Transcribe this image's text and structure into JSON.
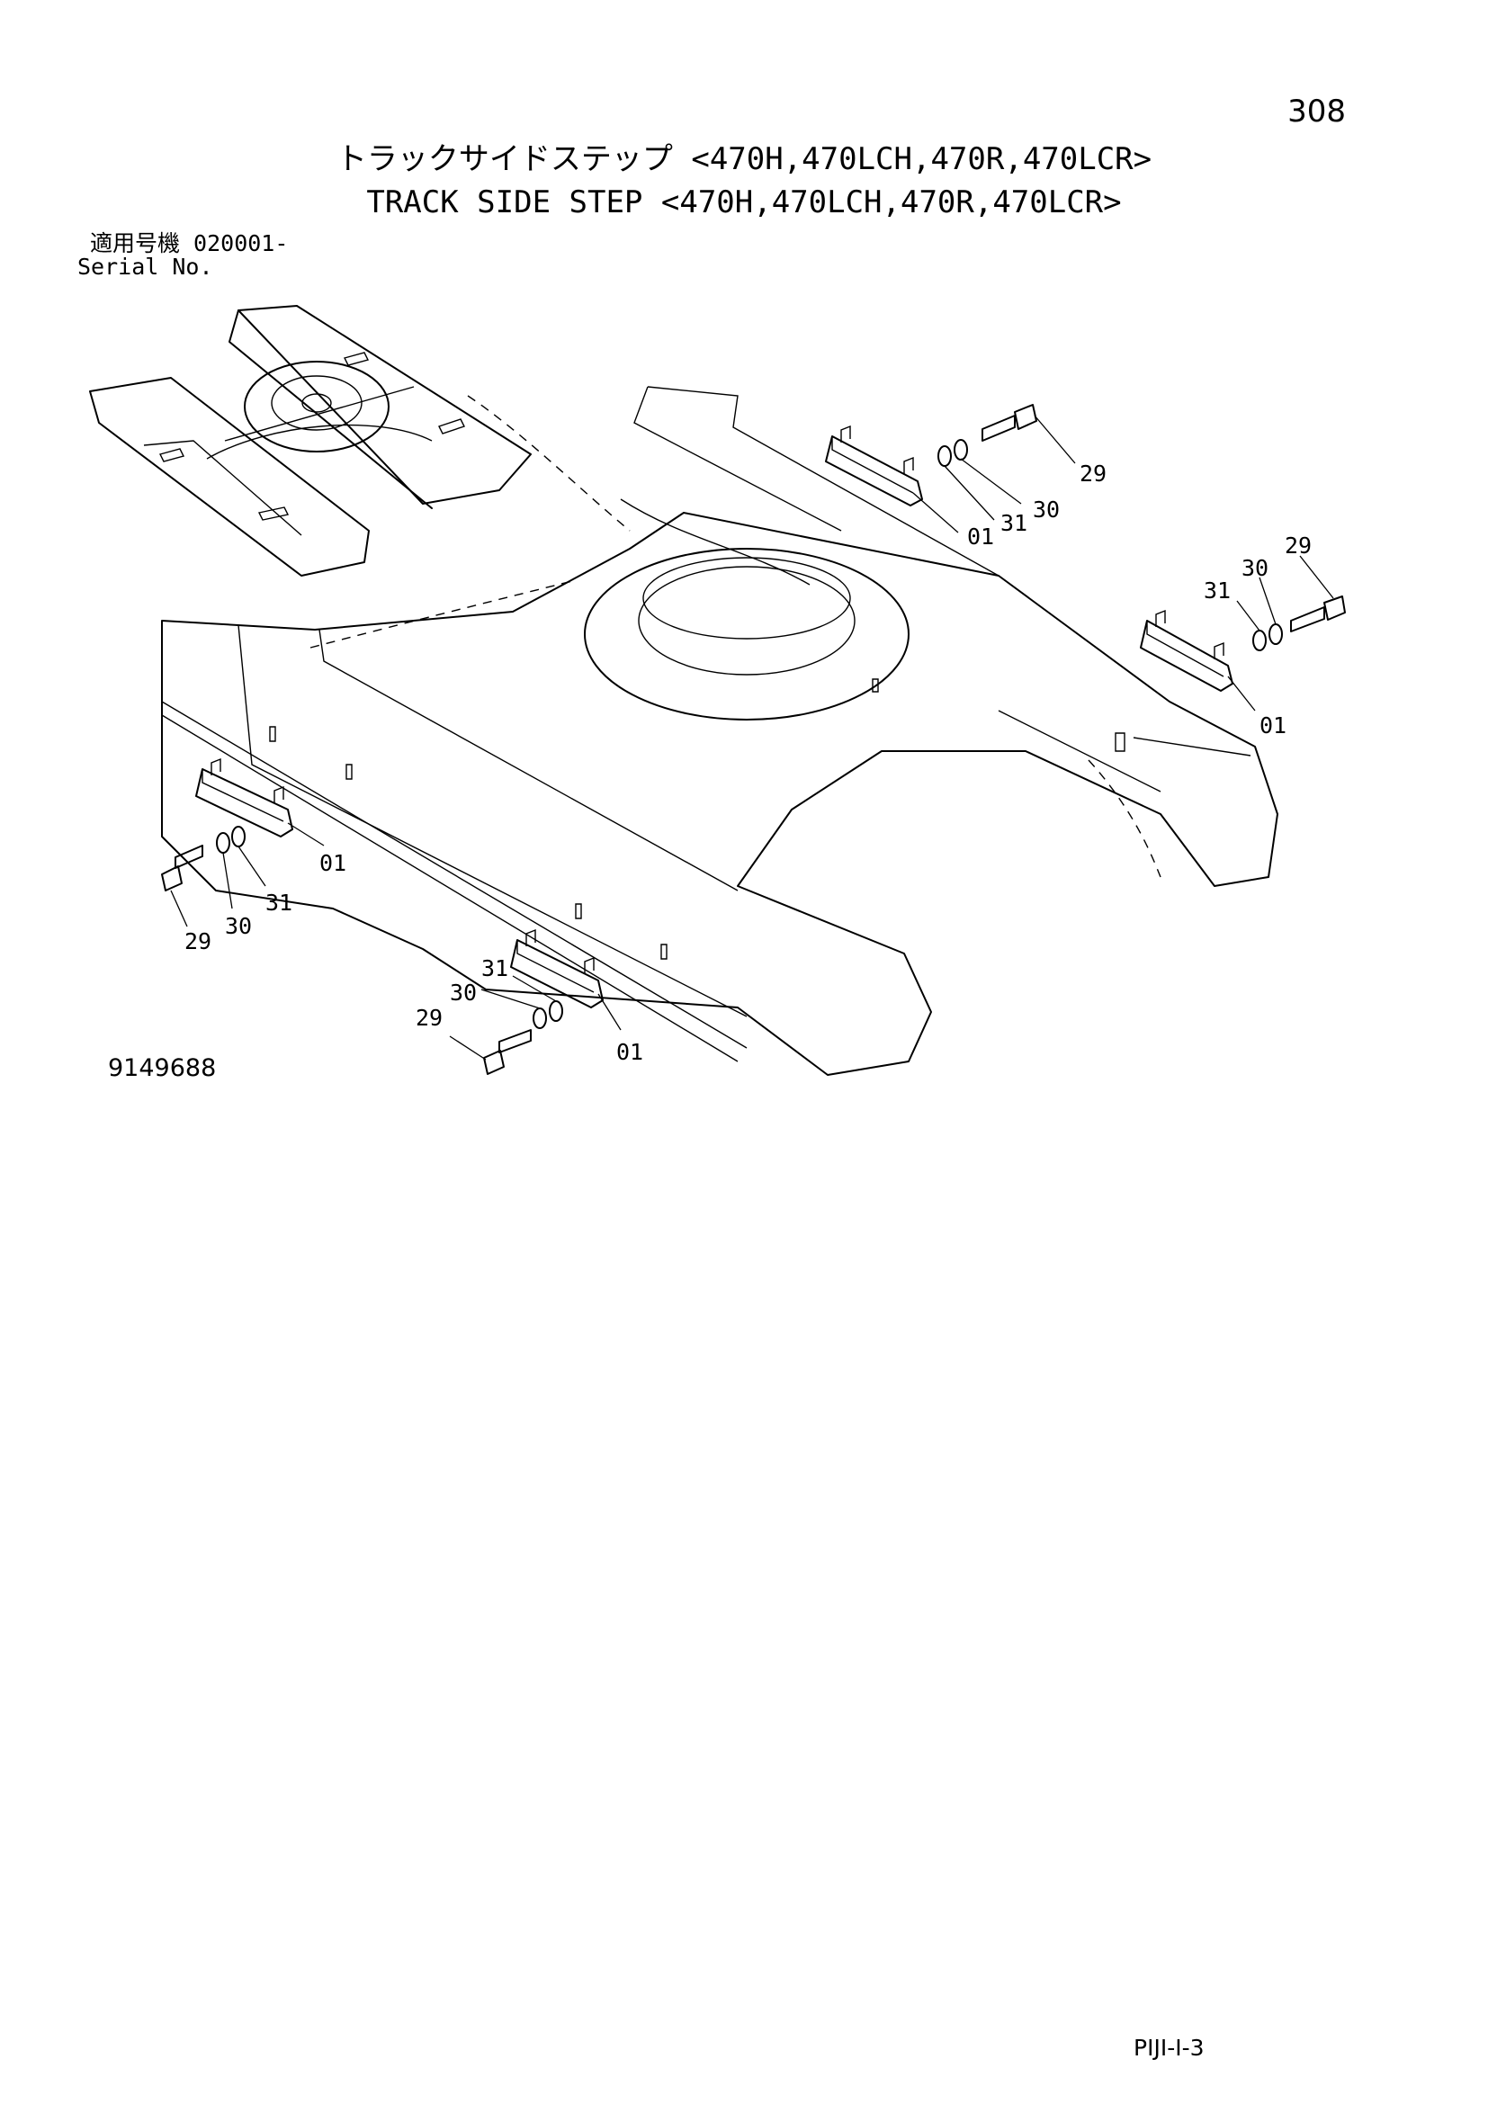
{
  "page": {
    "number": "308",
    "footer_code": "PIJI-I-3"
  },
  "title": {
    "japanese": "トラックサイドステップ <470H,470LCH,470R,470LCR>",
    "english": "TRACK SIDE STEP <470H,470LCH,470R,470LCR>"
  },
  "serial": {
    "label_jp": "適用号機  020001-",
    "label_en": "Serial No."
  },
  "drawing": {
    "number": "9149688"
  },
  "callouts": {
    "upper_step": {
      "step": "01",
      "bolt": "29",
      "washer": "30",
      "lock_washer": "31"
    },
    "right_step": {
      "step": "01",
      "bolt": "29",
      "washer": "30",
      "lock_washer": "31"
    },
    "left_step": {
      "step": "01",
      "bolt": "29",
      "washer": "30",
      "lock_washer": "31"
    },
    "bottom_step": {
      "step": "01",
      "bolt": "29",
      "washer": "30",
      "lock_washer": "31"
    }
  }
}
